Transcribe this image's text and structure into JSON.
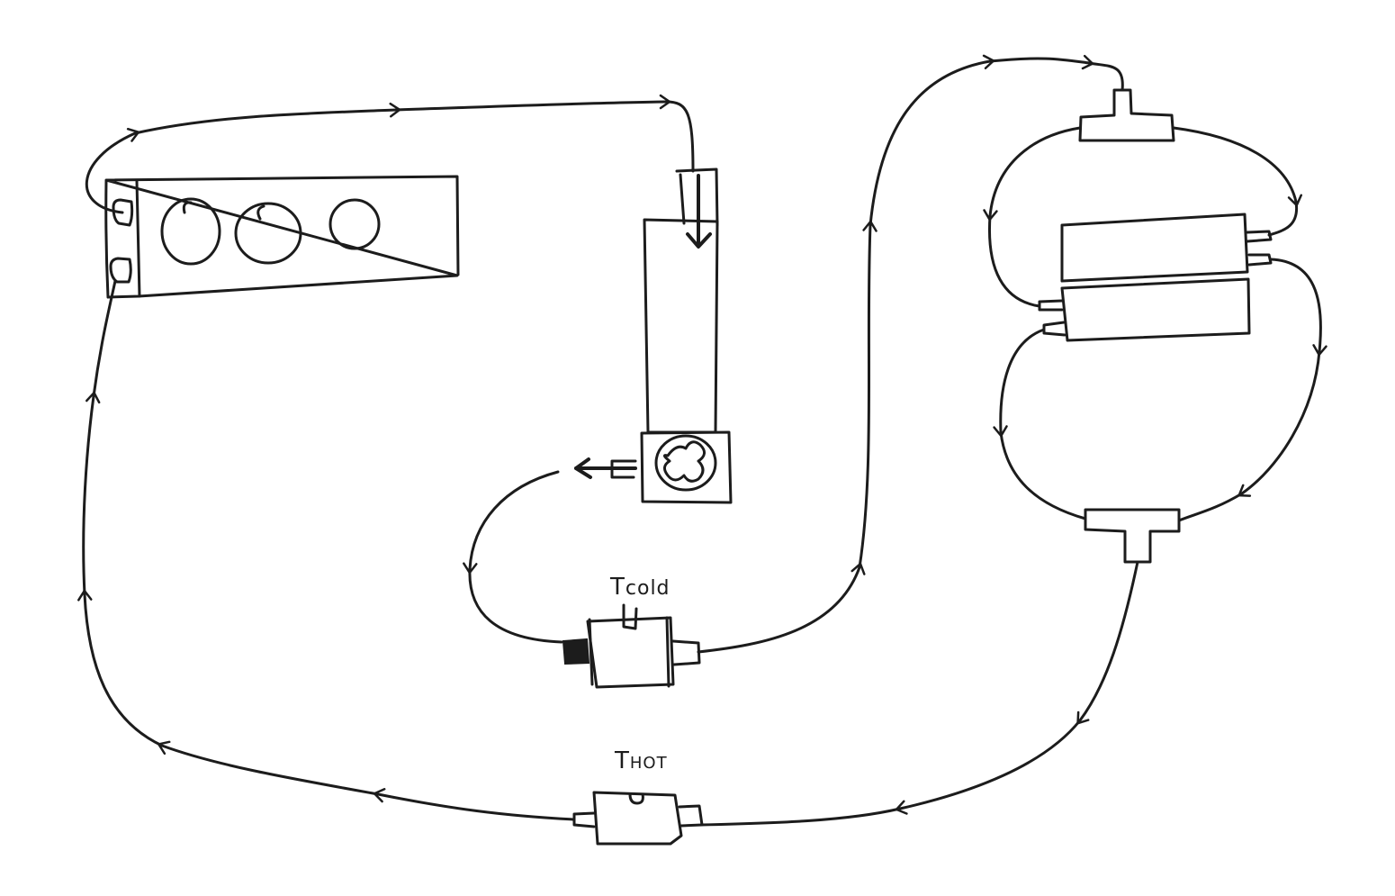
{
  "labels": {
    "t_cold": {
      "main": "T",
      "sub": "cold"
    },
    "t_hot": {
      "main": "T",
      "sub": "HOT"
    }
  },
  "colors": {
    "ink": "#1c1c1c",
    "paper": "#ffffff"
  }
}
